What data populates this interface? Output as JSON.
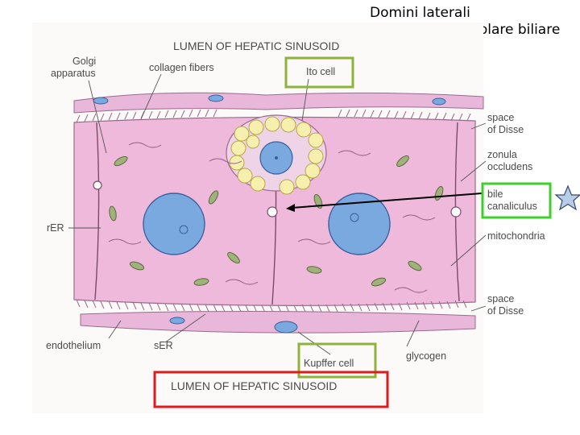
{
  "slide_title": {
    "line1": "Domini laterali",
    "line2": "Dominio canalicolare biliare"
  },
  "diagram": {
    "top_lumen": "LUMEN OF HEPATIC SINUSOID",
    "bottom_lumen": "LUMEN OF HEPATIC SINUSOID",
    "left_labels": {
      "golgi": "Golgi apparatus",
      "collagen": "collagen fibers",
      "rer": "rER",
      "endothelium": "endothelium",
      "ser": "sER"
    },
    "right_labels": {
      "space_disse_top": "space of Disse",
      "zonula": "zonula occludens",
      "bile": "bile canaliculus",
      "mitochondria": "mitochondria",
      "space_disse_bottom": "space of Disse",
      "glycogen": "glycogen"
    },
    "cells": {
      "ito": "Ito cell",
      "kupffer": "Kupffer cell"
    }
  },
  "colors": {
    "highlight_green": "#8db33a",
    "highlight_bright_green": "#3fcf2a",
    "highlight_red": "#e01b1b",
    "cytoplasm_pink": "#efb9dc",
    "nucleus_blue": "#7aa9e0",
    "fat_yellow": "#f6efae",
    "star_blue": "#b8cde8"
  }
}
